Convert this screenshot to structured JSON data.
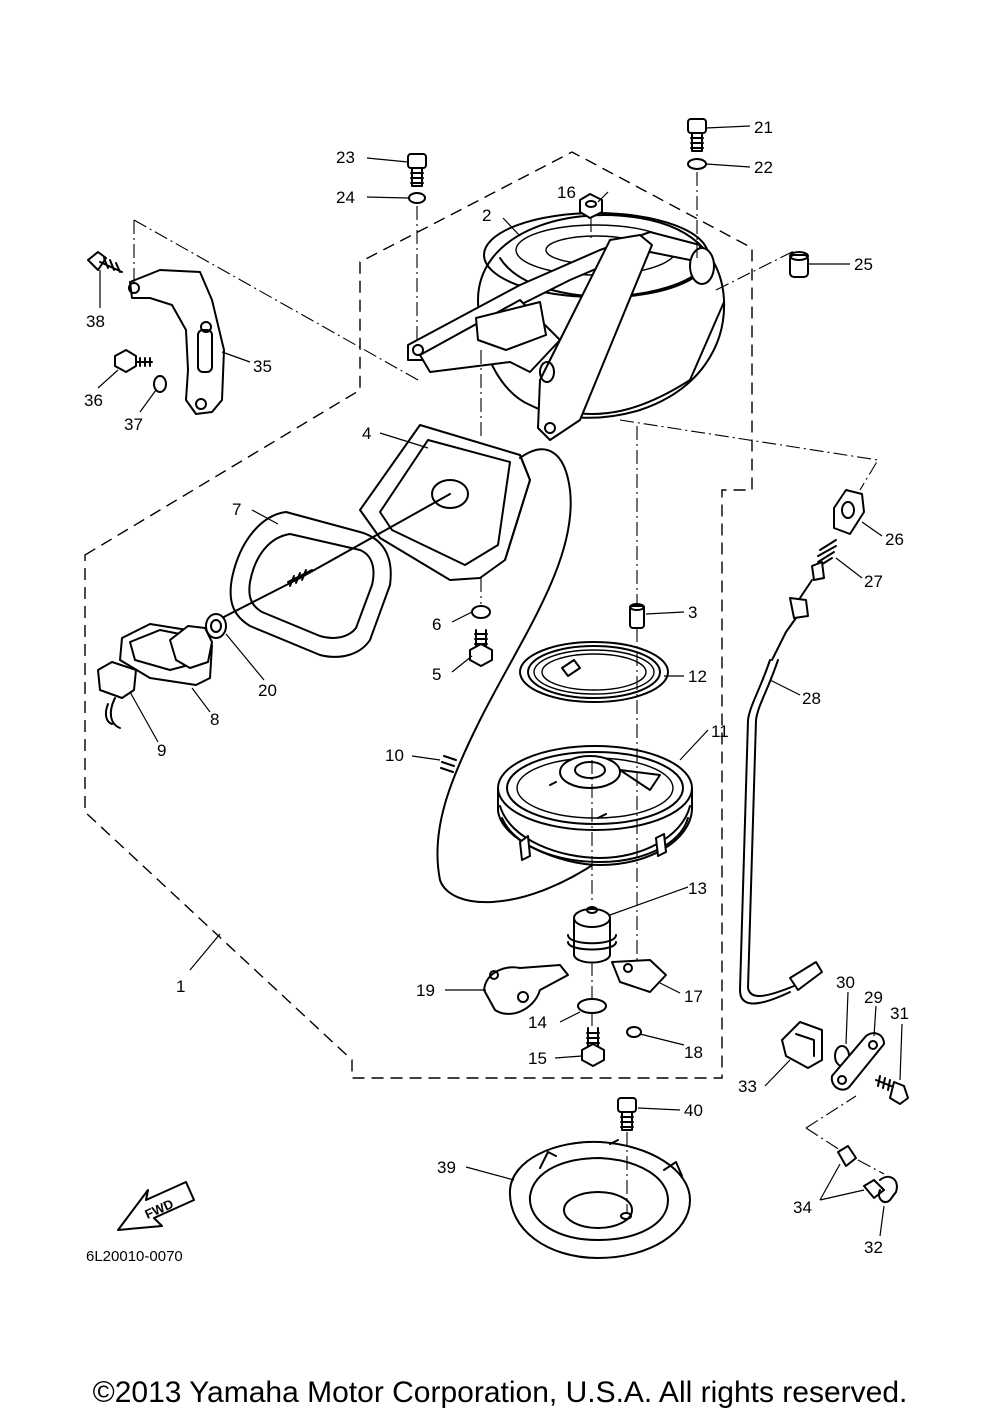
{
  "diagram": {
    "callouts": {
      "c1": "1",
      "c2": "2",
      "c3": "3",
      "c4": "4",
      "c5": "5",
      "c6": "6",
      "c7": "7",
      "c8": "8",
      "c9": "9",
      "c10": "10",
      "c11": "11",
      "c12": "12",
      "c13": "13",
      "c14": "14",
      "c15": "15",
      "c16": "16",
      "c17": "17",
      "c18": "18",
      "c19": "19",
      "c20": "20",
      "c21": "21",
      "c22": "22",
      "c23": "23",
      "c24": "24",
      "c25": "25",
      "c26": "26",
      "c27": "27",
      "c28": "28",
      "c29": "29",
      "c30": "30",
      "c31": "31",
      "c32": "32",
      "c33": "33",
      "c34": "34",
      "c35": "35",
      "c36": "36",
      "c37": "37",
      "c38": "38",
      "c39": "39",
      "c40": "40"
    },
    "fwd_label": "FWD",
    "drawing_code": "6L20010-0070",
    "copyright": "©2013 Yamaha Motor Corporation, U.S.A. All rights reserved."
  }
}
